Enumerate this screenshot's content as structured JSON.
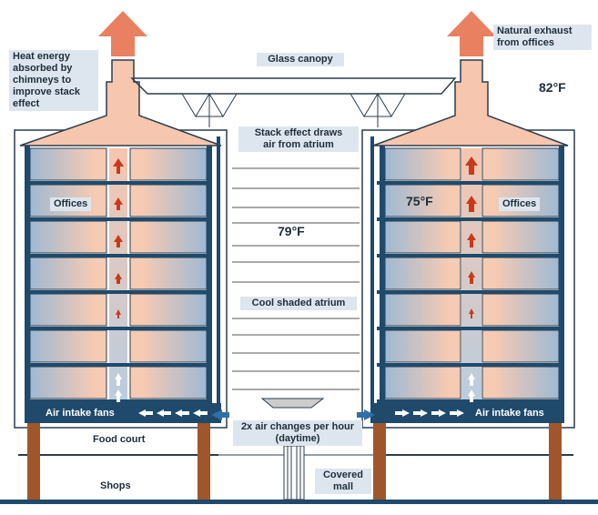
{
  "labels": {
    "heat_energy": "Heat energy\nabsorbed by\nchimneys to\nimprove stack\neffect",
    "glass_canopy": "Glass canopy",
    "natural_exhaust": "Natural exhaust\nfrom offices",
    "temp_outside": "82°F",
    "stack_effect": "Stack effect draws\nair from atrium",
    "offices_left": "Offices",
    "offices_right": "Offices",
    "temp_office": "75°F",
    "temp_atrium": "79°F",
    "cool_atrium": "Cool shaded atrium",
    "intake_left": "Air intake fans",
    "intake_right": "Air intake fans",
    "air_changes": "2x air changes per hour\n(daytime)",
    "food_court": "Food court",
    "shops": "Shops",
    "covered_mall": "Covered\nmall"
  },
  "colors": {
    "exhaust": "#e98060",
    "roof": "#f6c6ae",
    "office_blue": "#9fb9d3",
    "office_warm": "#f6cbb3",
    "frame": "#1f4a6c",
    "column": "#a0562c",
    "label_bg": "#dde6ee"
  }
}
